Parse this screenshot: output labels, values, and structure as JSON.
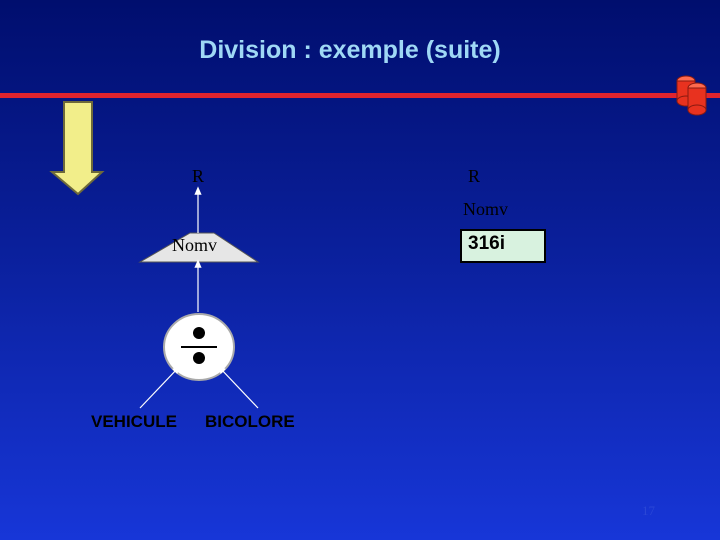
{
  "slide": {
    "title": "Division : exemple (suite)",
    "page_number": "17"
  },
  "diagram": {
    "left_top_label": "R",
    "right_top_label": "R",
    "right_attribute": "Nomv",
    "projection_label": "Nomv",
    "result_value": "316i",
    "relation_left": "VEHICULE",
    "relation_right": "BICOLORE",
    "division_operator": "÷"
  },
  "colors": {
    "accent_line": "#e0242e",
    "title": "#9fd8f5",
    "arrow_fill": "#f2ee8a",
    "result_box": "#d8f2df",
    "database_icon": "#e8321f"
  },
  "icons": [
    "down-arrow-icon",
    "database-icon"
  ]
}
